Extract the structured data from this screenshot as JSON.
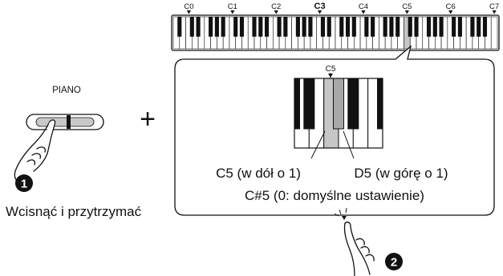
{
  "keyboard": {
    "octave_labels": [
      "C0",
      "C1",
      "C2",
      "C3",
      "C4",
      "C5",
      "C6",
      "C7"
    ],
    "bold_label": "C3",
    "highlighted_key": "C5"
  },
  "piano_button": {
    "label": "PIANO"
  },
  "plus_sign": "+",
  "step1": {
    "number": "1",
    "caption": "Wcisnąć i przytrzymać"
  },
  "step2": {
    "number": "2"
  },
  "callout": {
    "key_label": "C5",
    "left_note": "C5 (w dół o 1)",
    "right_note": "D5 (w górę o 1)",
    "center_note": "C#5 (0: domyślne ustawienie)"
  },
  "colors": {
    "highlight": "#c6c6c6",
    "ink": "#111111",
    "button_face": "#c8c8c8"
  },
  "icons": [
    "hand-pointing-icon",
    "hand-pointing-icon"
  ]
}
